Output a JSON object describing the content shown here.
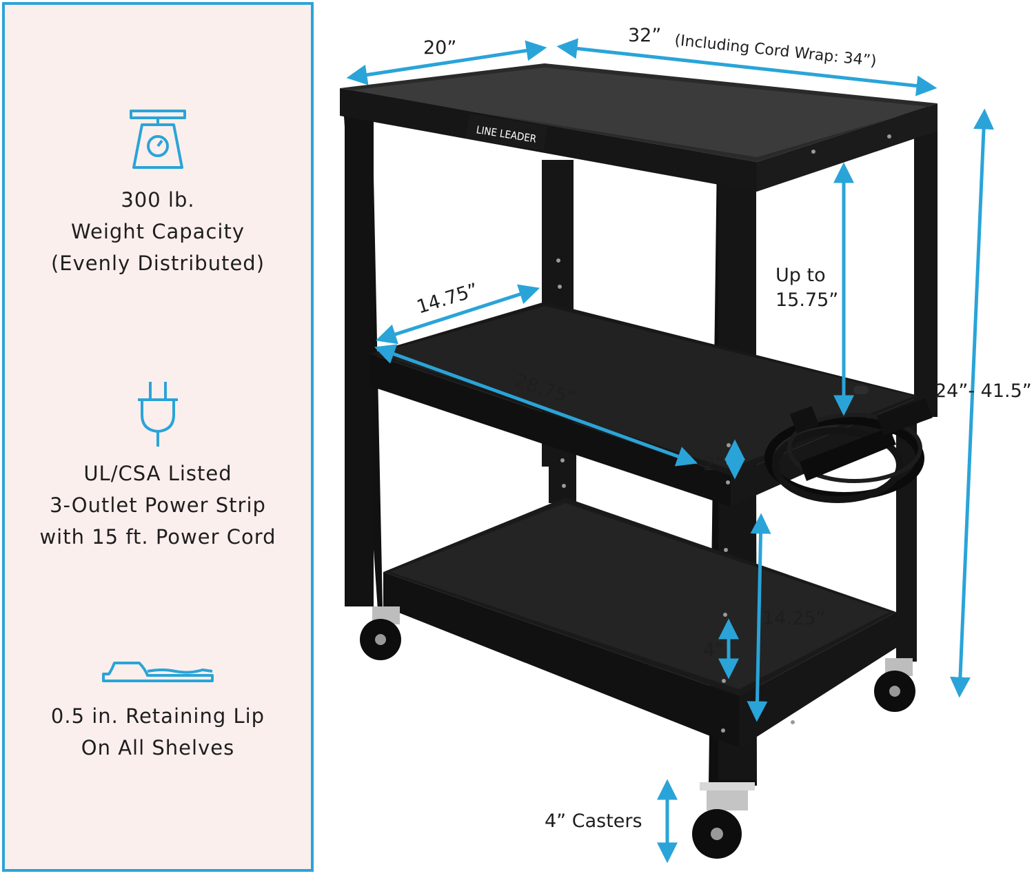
{
  "features": [
    {
      "icon": "scale-icon",
      "lines": [
        "300 lb.",
        "Weight Capacity",
        "(Evenly Distributed)"
      ]
    },
    {
      "icon": "power-plug-icon",
      "lines": [
        "UL/CSA Listed",
        "3-Outlet Power Strip",
        "with 15 ft. Power Cord"
      ]
    },
    {
      "icon": "retaining-lip-icon",
      "lines": [
        "0.5 in. Retaining Lip",
        "On All Shelves"
      ]
    }
  ],
  "brand": "LINE LEADER",
  "dimensions": {
    "depth": "20”",
    "width": "32”",
    "width_note": "(Including Cord Wrap: 34”)",
    "shelf_depth": "14.75”",
    "shelf_width": "28.75”",
    "top_gap_line1": "Up to",
    "top_gap_line2": "15.75”",
    "height_range": "24”- 41.5”",
    "shelf_lip": "2”",
    "lower_gap": "14.25”",
    "leg_step": "4”",
    "casters": "4” Casters"
  },
  "colors": {
    "accent": "#2aa4d8",
    "panel": "#fbefed",
    "cart": "#141414"
  }
}
